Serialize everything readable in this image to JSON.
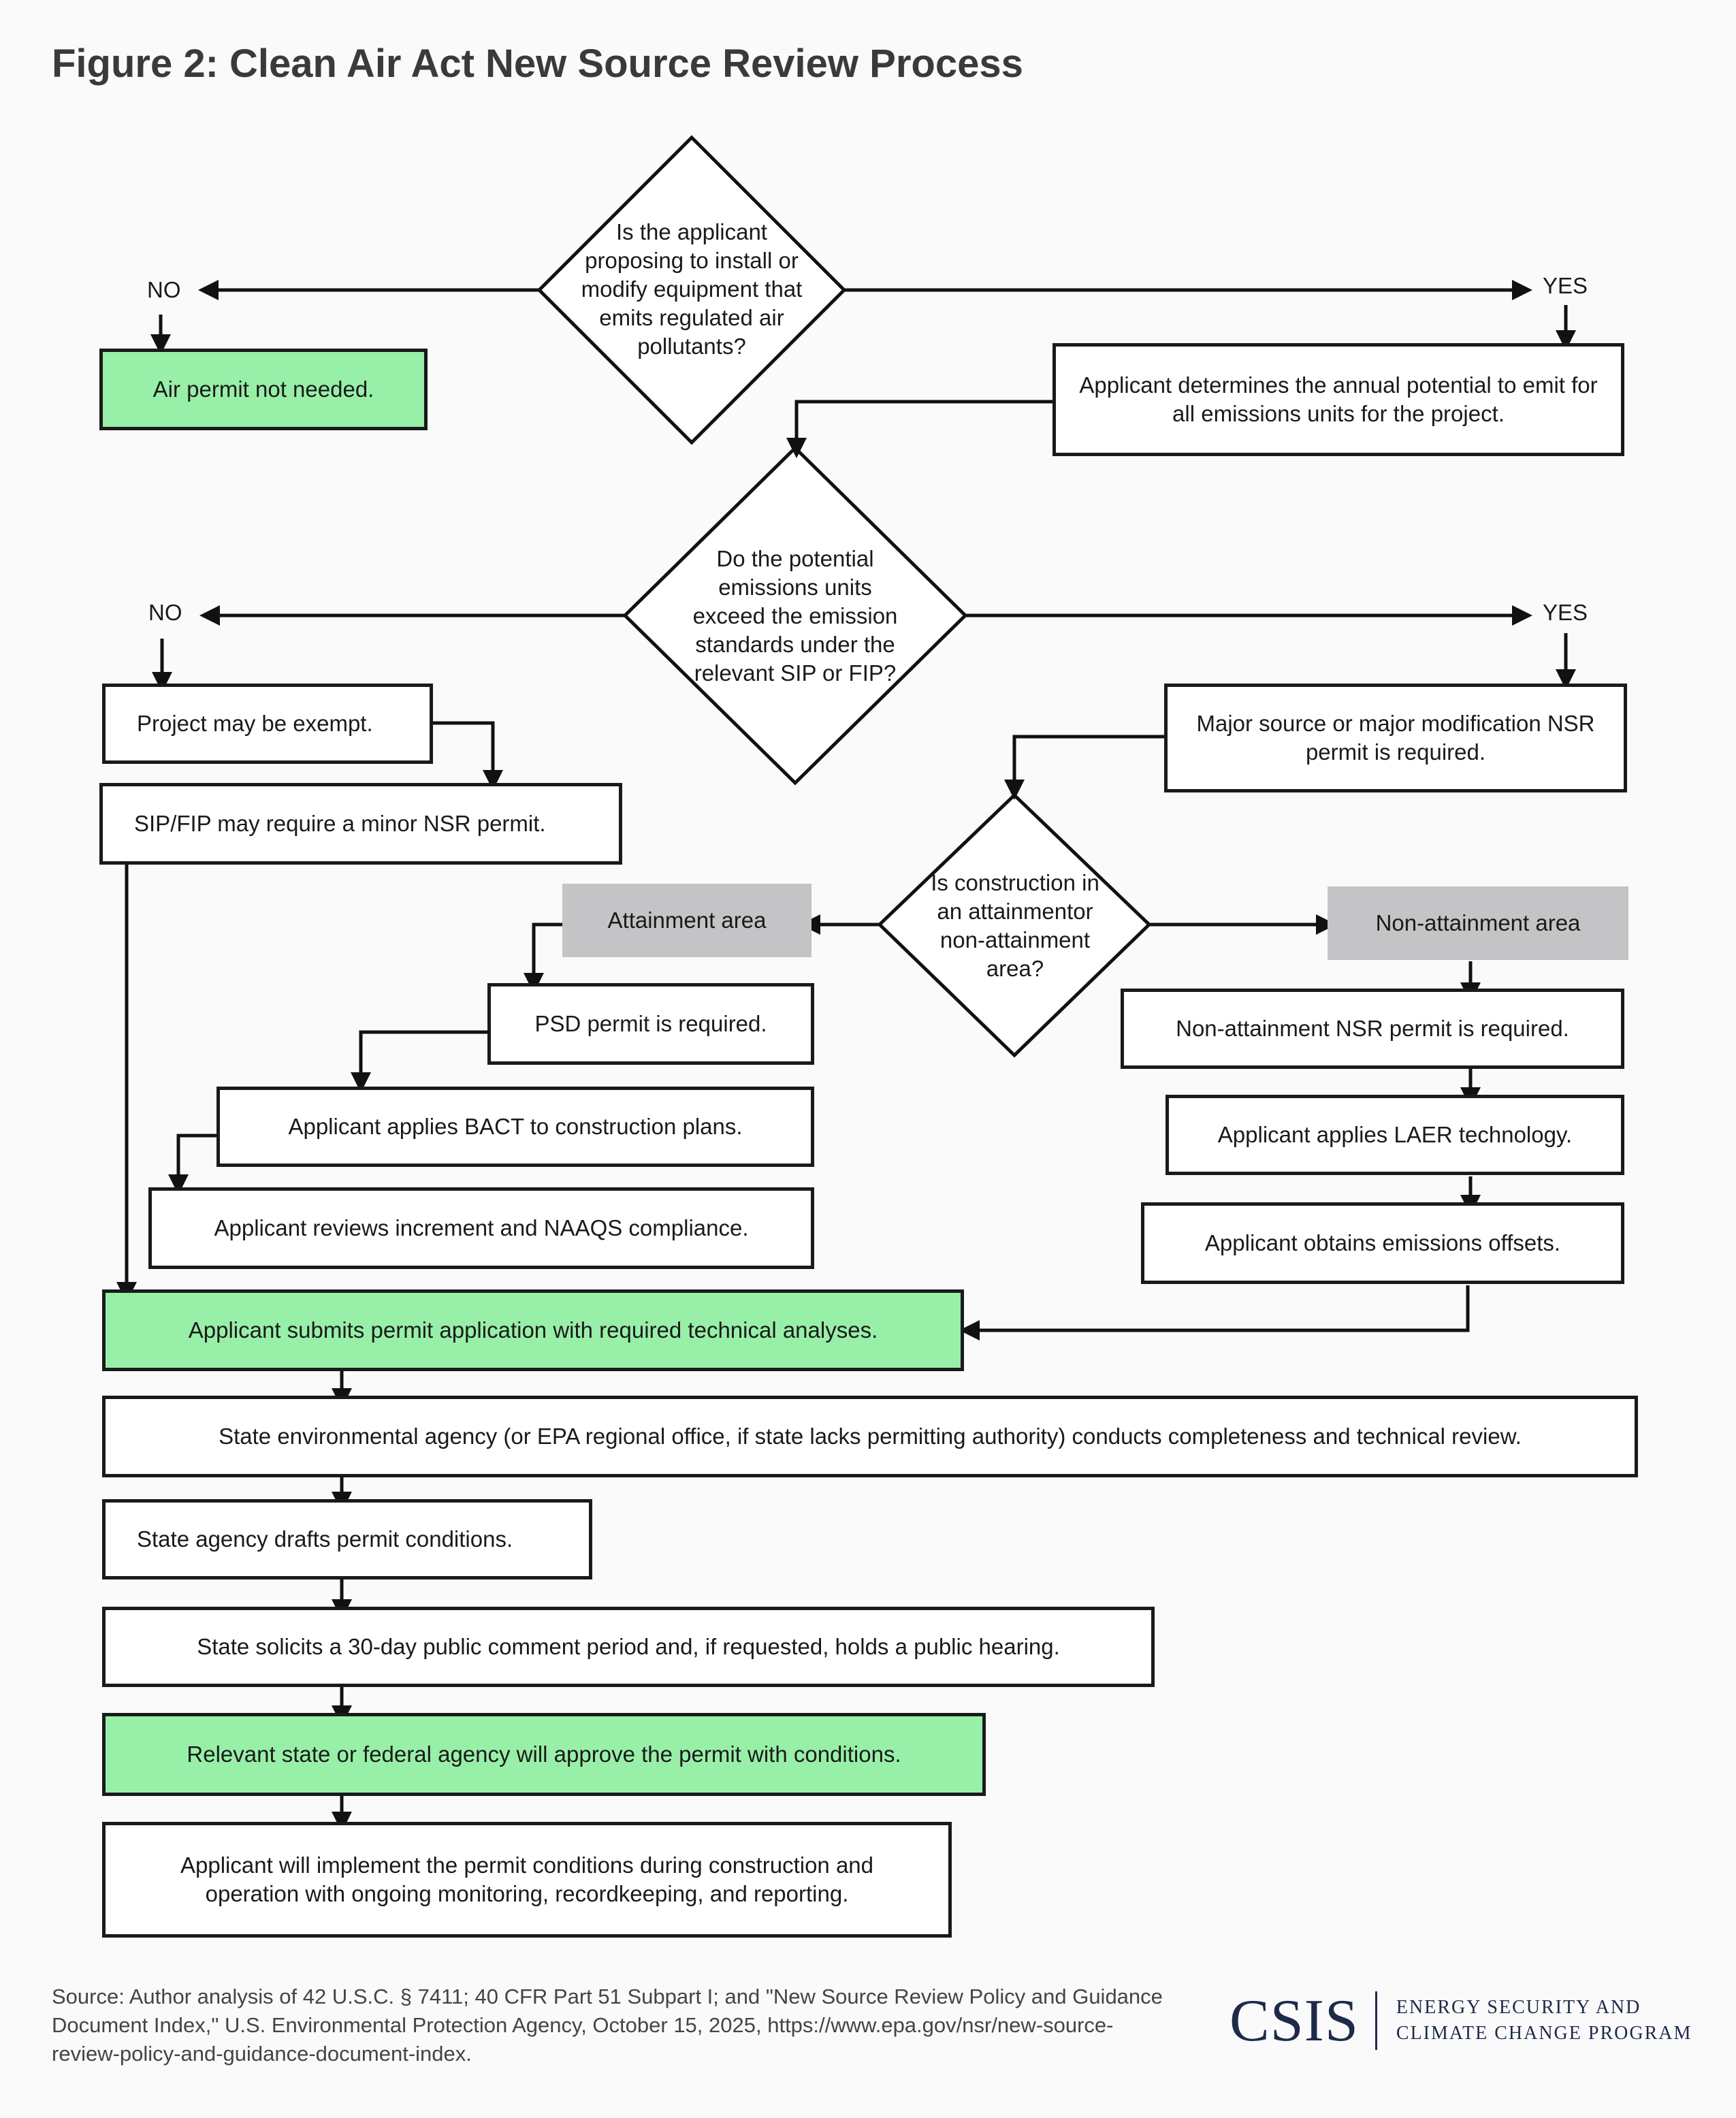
{
  "title": "Figure 2: Clean Air Act New Source Review Process",
  "decisions": {
    "d1": "Is the applicant proposing to install or modify equipment that emits regulated air pollutants?",
    "d2": "Do the potential emissions units exceed the emission standards under the relevant SIP or FIP?",
    "d3": "Is construction in an attainmentor non-attainment area?"
  },
  "labels": {
    "no1": "NO",
    "yes1": "YES",
    "no2": "NO",
    "yes2": "YES"
  },
  "boxes": {
    "air_permit_not_needed": "Air permit not needed.",
    "determines_potential": "Applicant determines the annual potential to emit for all emissions units for the project.",
    "project_exempt": "Project may be exempt.",
    "minor_nsr": "SIP/FIP may require a minor NSR permit.",
    "major_source": "Major source or major modification NSR permit is required.",
    "attainment_area": "Attainment area",
    "nonattainment_area": "Non-attainment area",
    "psd_required": "PSD permit is required.",
    "bact": "Applicant applies BACT to construction plans.",
    "increment_naaqs": "Applicant reviews increment and NAAQS compliance.",
    "nonattainment_nsr": "Non-attainment NSR permit is required.",
    "laer": "Applicant applies LAER technology.",
    "offsets": "Applicant obtains emissions offsets.",
    "submits_application": "Applicant submits permit application with required technical analyses.",
    "completeness_review": "State environmental agency (or EPA regional office, if state lacks permitting authority) conducts completeness and technical review.",
    "drafts_conditions": "State agency drafts permit conditions.",
    "public_comment": "State solicits a 30-day public comment period and, if requested, holds a public hearing.",
    "approve_permit": "Relevant state or federal agency will approve the permit with conditions.",
    "implement": "Applicant will implement the permit conditions during construction and operation with ongoing monitoring, recordkeeping, and reporting."
  },
  "source": "Source: Author analysis of 42 U.S.C. § 7411; 40 CFR Part 51 Subpart I; and \"New Source Review Policy and Guidance Document Index,\" U.S. Environmental Protection Agency, October 15, 2025, https://www.epa.gov/nsr/new-source-review-policy-and-guidance-document-index.",
  "logo": {
    "mark": "CSIS",
    "program_line1": "ENERGY SECURITY AND",
    "program_line2": "CLIMATE CHANGE PROGRAM"
  },
  "colors": {
    "green_box": "#98f0a8",
    "gray_box": "#c4c4c6",
    "logo_navy": "#1e2a4a"
  }
}
